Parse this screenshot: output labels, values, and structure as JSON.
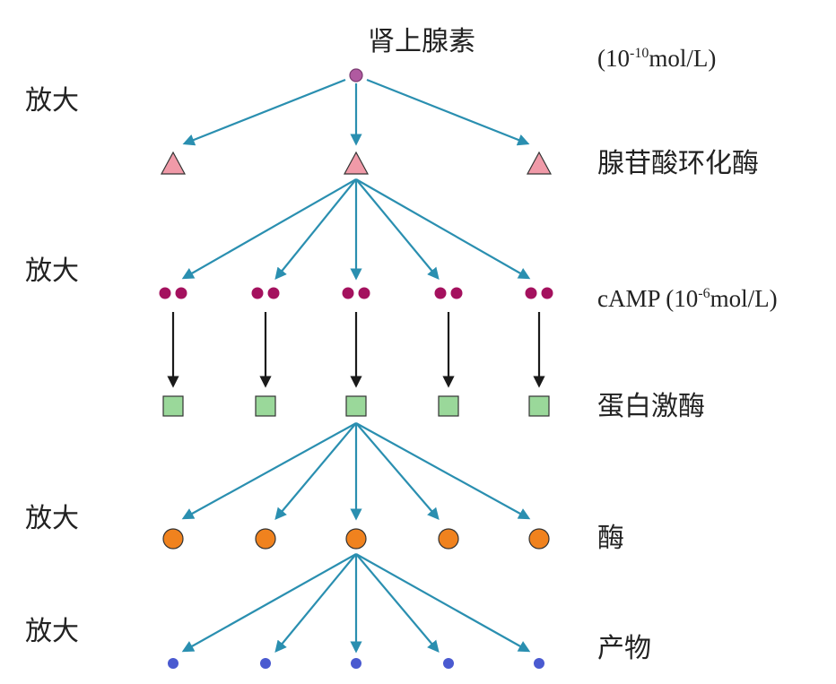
{
  "title": "肾上腺素",
  "concentration_1": {
    "prefix": "(10",
    "exp": "-10",
    "suffix": "mol/L)"
  },
  "amplify_label": "放大",
  "level_labels": {
    "adenylate_cyclase": "腺苷酸环化酶",
    "camp_prefix": "cAMP (10",
    "camp_exp": "-6",
    "camp_suffix": "mol/L)",
    "protein_kinase": "蛋白激酶",
    "enzyme": "酶",
    "product": "产物"
  },
  "colors": {
    "teal_arrow": "#2a8fb0",
    "black_arrow": "#1a1a1a",
    "epinephrine_dot": "#b05aa0",
    "cyclase_triangle": "#f09aa8",
    "camp_dot": "#a4115e",
    "kinase_square": "#9ad89a",
    "enzyme_circle": "#f0821e",
    "product_dot": "#4a5ad0"
  },
  "icons": {
    "epinephrine": "circle-dot",
    "adenylate_cyclase": "triangle",
    "camp": "dot-pair",
    "protein_kinase": "square",
    "enzyme": "circle",
    "product": "dot"
  }
}
